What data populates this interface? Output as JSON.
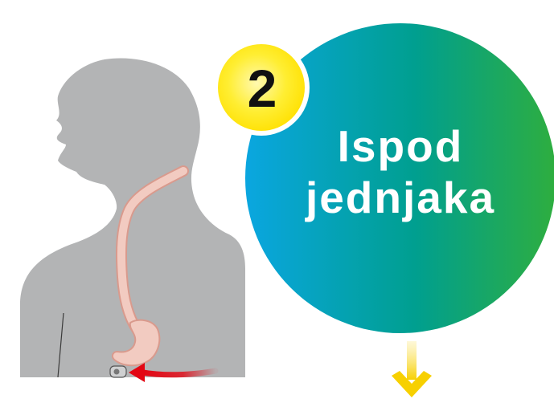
{
  "step": {
    "number": "2"
  },
  "title": {
    "line1": "Ispod",
    "line2": "jednjaka"
  },
  "colors": {
    "silhouette": "#b3b4b5",
    "esophagus": "#f2cbc1",
    "esophagus_outline": "#d99a8d",
    "arrow_red": "#e30613",
    "badge_yellow": "#ffe800",
    "gradient_start": "#0aa6e0",
    "gradient_mid": "#009f8f",
    "gradient_end": "#2eae3f",
    "down_arrow": "#f7d417"
  },
  "icons": [
    "person-silhouette",
    "esophagus",
    "stomach",
    "capsule-device",
    "red-arrow",
    "down-arrow"
  ]
}
